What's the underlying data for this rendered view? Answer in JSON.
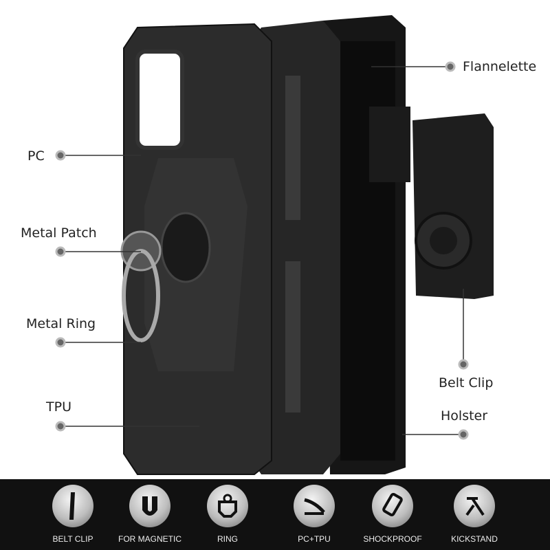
{
  "callouts": {
    "flannelette": "Flannelette",
    "pc": "PC",
    "metal_patch": "Metal Patch",
    "metal_ring": "Metal Ring",
    "tpu": "TPU",
    "belt_clip": "Belt Clip",
    "holster": "Holster"
  },
  "features": [
    {
      "label": "BELT CLIP",
      "icon": "belt-clip-icon"
    },
    {
      "label": "FOR MAGNETIC",
      "icon": "magnet-icon"
    },
    {
      "label": "RING",
      "icon": "ring-icon"
    },
    {
      "label": "PC+TPU",
      "icon": "layers-icon"
    },
    {
      "label": "SHOCKPROOF",
      "icon": "shockproof-icon"
    },
    {
      "label": "KICKSTAND",
      "icon": "kickstand-icon"
    }
  ],
  "colors": {
    "bar": "#111111",
    "case": "#1e1e1e",
    "dot": "#666666"
  }
}
